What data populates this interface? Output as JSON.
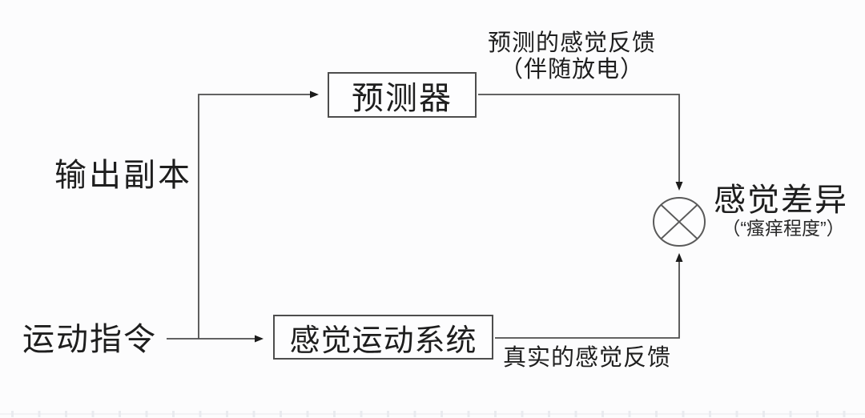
{
  "diagram": {
    "title_hint": "sensorimotor-prediction-flow",
    "nodes": {
      "predictor_label": "预测器",
      "sensorimotor_label": "感觉运动系统",
      "comparator_glyph": "⊗"
    },
    "labels": {
      "efference_copy": "输出副本",
      "motor_command": "运动指令",
      "predicted_feedback_line1": "预测的感觉反馈",
      "predicted_feedback_line2": "（伴随放电）",
      "actual_feedback": "真实的感觉反馈",
      "sensory_discrepancy": "感觉差异",
      "sensory_discrepancy_sub": "（“瘙痒程度”）"
    },
    "colors": {
      "background": "#fcfcfd",
      "line": "#4d4d4d",
      "arrowhead": "#1c1c1c",
      "text": "#1e1e1e",
      "ruler": "#edeff3"
    },
    "edges": [
      {
        "from": "motor-command",
        "to": "sensorimotor-system"
      },
      {
        "from": "motor-command",
        "to": "predictor",
        "via": "efference-copy-branch"
      },
      {
        "from": "predictor",
        "to": "comparator"
      },
      {
        "from": "sensorimotor-system",
        "to": "comparator"
      }
    ]
  }
}
